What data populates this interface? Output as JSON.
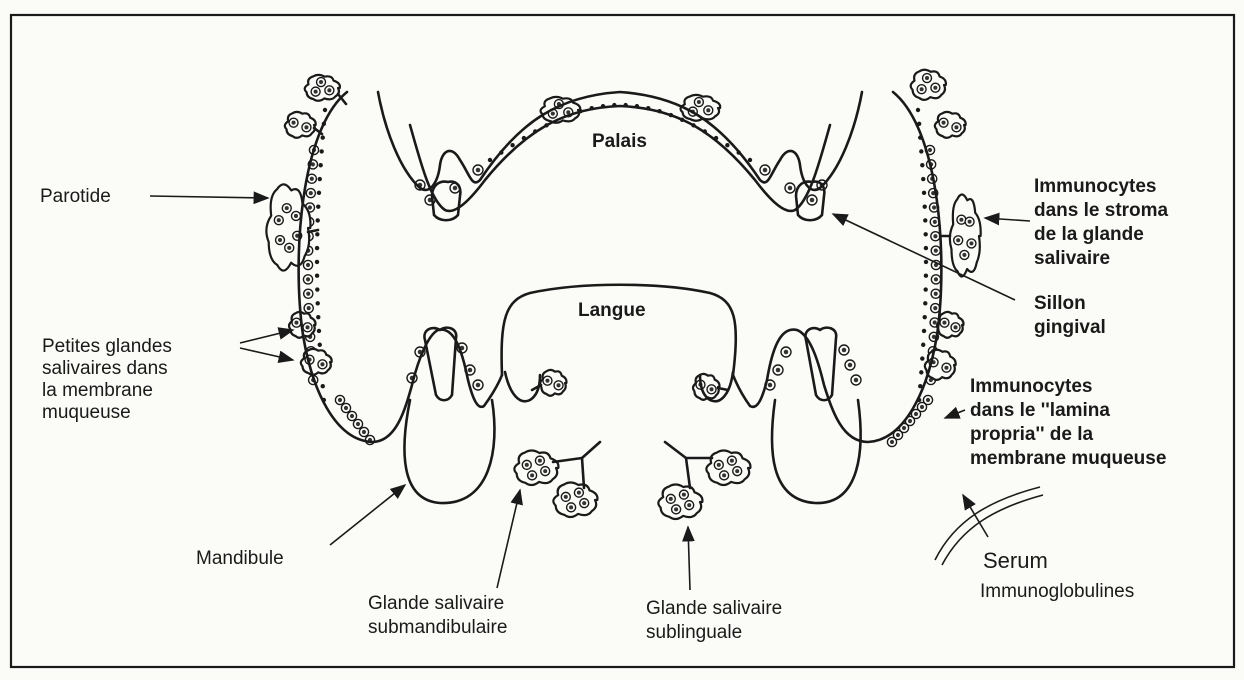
{
  "labels": {
    "palais": "Palais",
    "langue": "Langue",
    "parotide": "Parotide",
    "petites_glandes": [
      "Petites glandes",
      "salivaires dans",
      "la membrane",
      "muqueuse"
    ],
    "immunocytes_stroma": [
      "Immunocytes",
      "dans le stroma",
      "de la glande",
      "salivaire"
    ],
    "sillon": [
      "Sillon",
      "gingival"
    ],
    "immunocytes_lamina": [
      "Immunocytes",
      "dans le ''lamina",
      "propria'' de la",
      "membrane muqueuse"
    ],
    "mandibule": "Mandibule",
    "submandibulaire": [
      "Glande salivaire",
      "submandibulaire"
    ],
    "sublinguale": [
      "Glande salivaire",
      "sublinguale"
    ],
    "serum": "Serum",
    "immunoglobulines": "Immunoglobulines"
  }
}
